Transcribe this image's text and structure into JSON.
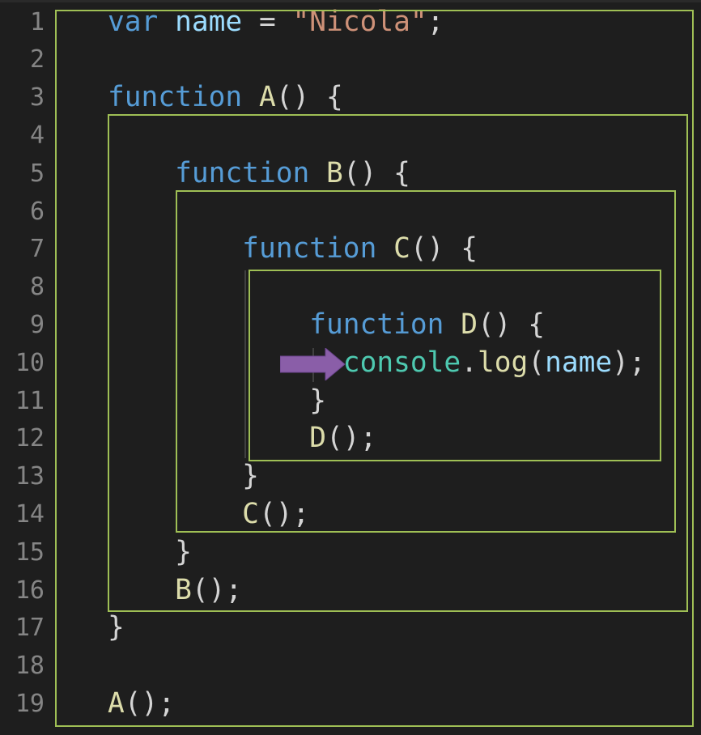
{
  "colors": {
    "background": "#1e1e1e",
    "scope_box": "#9fbf55",
    "arrow": "#8a5ea8",
    "keyword": "#569cd6",
    "variable": "#9cdcfe",
    "string": "#ce9178",
    "function": "#dcdcaa",
    "class": "#4ec9b0"
  },
  "arrow_icon": "right-arrow-icon",
  "lines": [
    {
      "number": "1",
      "tokens": [
        [
          "var",
          "kw"
        ],
        [
          " ",
          "pun"
        ],
        [
          "name",
          "var"
        ],
        [
          " = ",
          "pun"
        ],
        [
          "\"Nicola\"",
          "str"
        ],
        [
          ";",
          "pun"
        ]
      ]
    },
    {
      "number": "2",
      "tokens": []
    },
    {
      "number": "3",
      "tokens": [
        [
          "function",
          "kw"
        ],
        [
          " ",
          "pun"
        ],
        [
          "A",
          "fn"
        ],
        [
          "() {",
          "pun"
        ]
      ]
    },
    {
      "number": "4",
      "tokens": []
    },
    {
      "number": "5",
      "tokens": [
        [
          "    ",
          "pun"
        ],
        [
          "function",
          "kw"
        ],
        [
          " ",
          "pun"
        ],
        [
          "B",
          "fn"
        ],
        [
          "() {",
          "pun"
        ]
      ]
    },
    {
      "number": "6",
      "tokens": []
    },
    {
      "number": "7",
      "tokens": [
        [
          "        ",
          "pun"
        ],
        [
          "function",
          "kw"
        ],
        [
          " ",
          "pun"
        ],
        [
          "C",
          "fn"
        ],
        [
          "() {",
          "pun"
        ]
      ]
    },
    {
      "number": "8",
      "tokens": []
    },
    {
      "number": "9",
      "tokens": [
        [
          "            ",
          "pun"
        ],
        [
          "function",
          "kw"
        ],
        [
          " ",
          "pun"
        ],
        [
          "D",
          "fn"
        ],
        [
          "() {",
          "pun"
        ]
      ]
    },
    {
      "number": "10",
      "tokens": [
        [
          "              ",
          "pun"
        ],
        [
          "console",
          "cls"
        ],
        [
          ".",
          "pun"
        ],
        [
          "log",
          "fn"
        ],
        [
          "(",
          "pun"
        ],
        [
          "name",
          "var"
        ],
        [
          ");",
          "pun"
        ]
      ]
    },
    {
      "number": "11",
      "tokens": [
        [
          "            }",
          "pun"
        ]
      ]
    },
    {
      "number": "12",
      "tokens": [
        [
          "            ",
          "pun"
        ],
        [
          "D",
          "fn"
        ],
        [
          "();",
          "pun"
        ]
      ]
    },
    {
      "number": "13",
      "tokens": [
        [
          "        }",
          "pun"
        ]
      ]
    },
    {
      "number": "14",
      "tokens": [
        [
          "        ",
          "pun"
        ],
        [
          "C",
          "fn"
        ],
        [
          "();",
          "pun"
        ]
      ]
    },
    {
      "number": "15",
      "tokens": [
        [
          "    }",
          "pun"
        ]
      ]
    },
    {
      "number": "16",
      "tokens": [
        [
          "    ",
          "pun"
        ],
        [
          "B",
          "fn"
        ],
        [
          "();",
          "pun"
        ]
      ]
    },
    {
      "number": "17",
      "tokens": [
        [
          "}",
          "pun"
        ]
      ]
    },
    {
      "number": "18",
      "tokens": []
    },
    {
      "number": "19",
      "tokens": [
        [
          "A",
          "fn"
        ],
        [
          "();",
          "pun"
        ]
      ]
    }
  ]
}
